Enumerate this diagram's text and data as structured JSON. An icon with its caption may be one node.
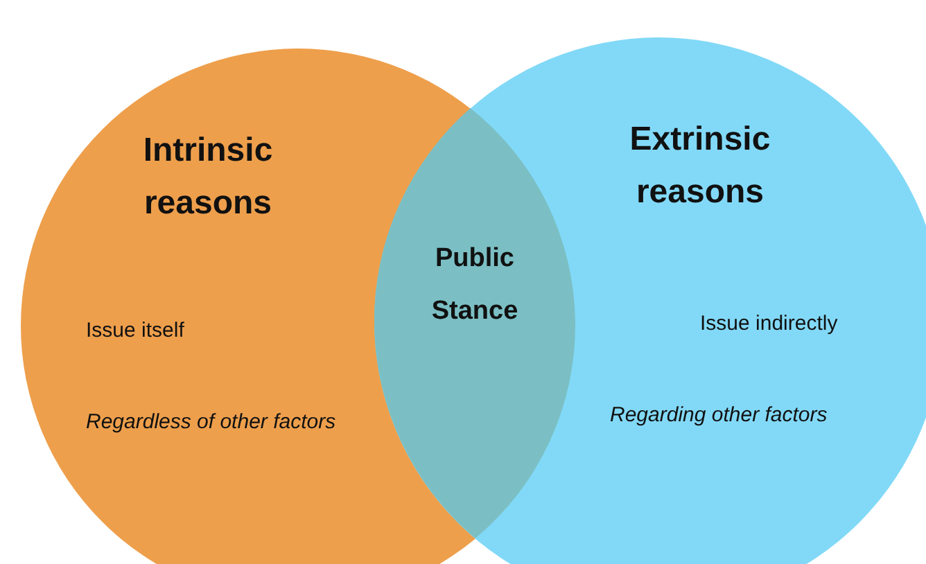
{
  "diagram": {
    "nodes": [
      {
        "text": [
          "Intrinsic reasons",
          "Issue itself",
          "Regardless of other factors"
        ]
      },
      {
        "text": [
          "Extrinsic reasons",
          "Issue indirectly",
          "Regarding other factors"
        ]
      },
      {
        "text": [
          "Public Stance"
        ]
      }
    ]
  }
}
